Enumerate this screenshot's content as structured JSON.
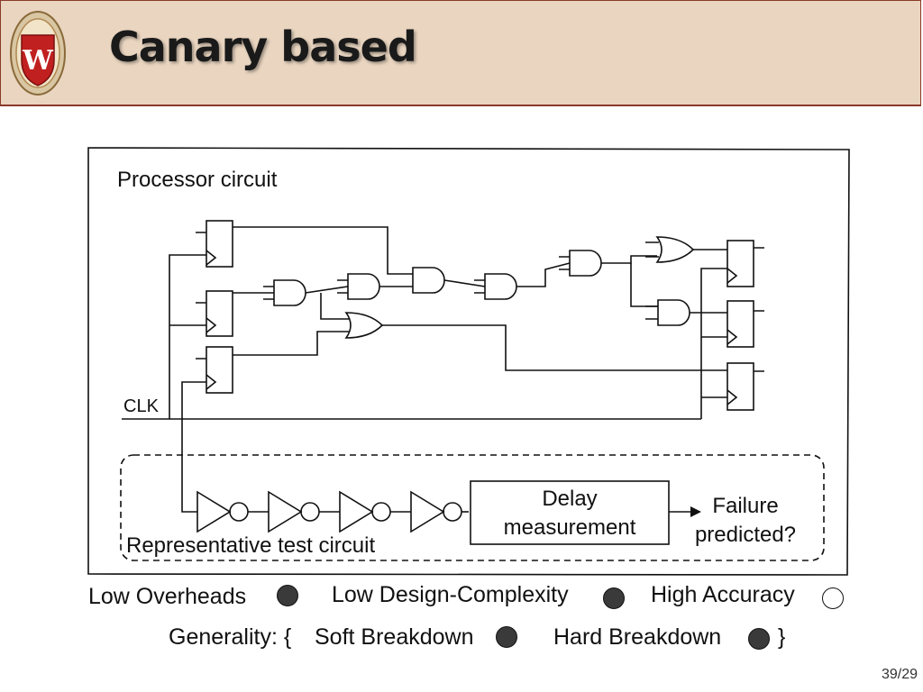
{
  "slide": {
    "title": "Canary based",
    "page_number": "39/29"
  },
  "logo": {
    "letter": "W"
  },
  "diagram": {
    "processor_label": "Processor circuit",
    "clk_label": "CLK",
    "test_circuit_label": "Representative test circuit",
    "delay_box_line1": "Delay",
    "delay_box_line2": "measurement",
    "failure_line1": "Failure",
    "failure_line2": "predicted?"
  },
  "criteria": {
    "low_overheads": {
      "label": "Low Overheads",
      "status": "filled"
    },
    "low_design_complexity": {
      "label": "Low Design-Complexity",
      "status": "filled"
    },
    "high_accuracy": {
      "label": "High Accuracy",
      "status": "empty"
    },
    "generality_prefix": "Generality: {",
    "soft_breakdown": {
      "label": "Soft Breakdown",
      "status": "filled"
    },
    "hard_breakdown": {
      "label": "Hard Breakdown",
      "status": "filled"
    },
    "generality_suffix": "}"
  },
  "colors": {
    "header_bg": "#e9d5c0",
    "header_border": "#8a3a2a",
    "logo_red": "#c0201f",
    "filled_dot": "#3a3a3a"
  }
}
